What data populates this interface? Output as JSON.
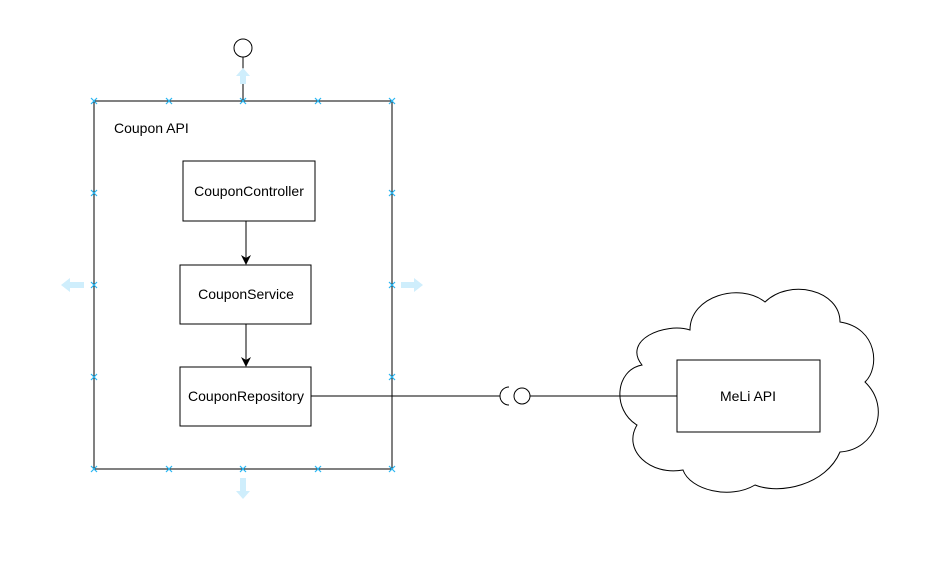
{
  "diagram": {
    "container": {
      "label": "Coupon API"
    },
    "components": {
      "controller": "CouponController",
      "service": "CouponService",
      "repository": "CouponRepository"
    },
    "external": {
      "label": "MeLi API"
    },
    "colors": {
      "stroke": "#000000",
      "selection_handle": "#29b6f2",
      "hint_arrow": "#cfeefc",
      "background": "#ffffff"
    }
  }
}
